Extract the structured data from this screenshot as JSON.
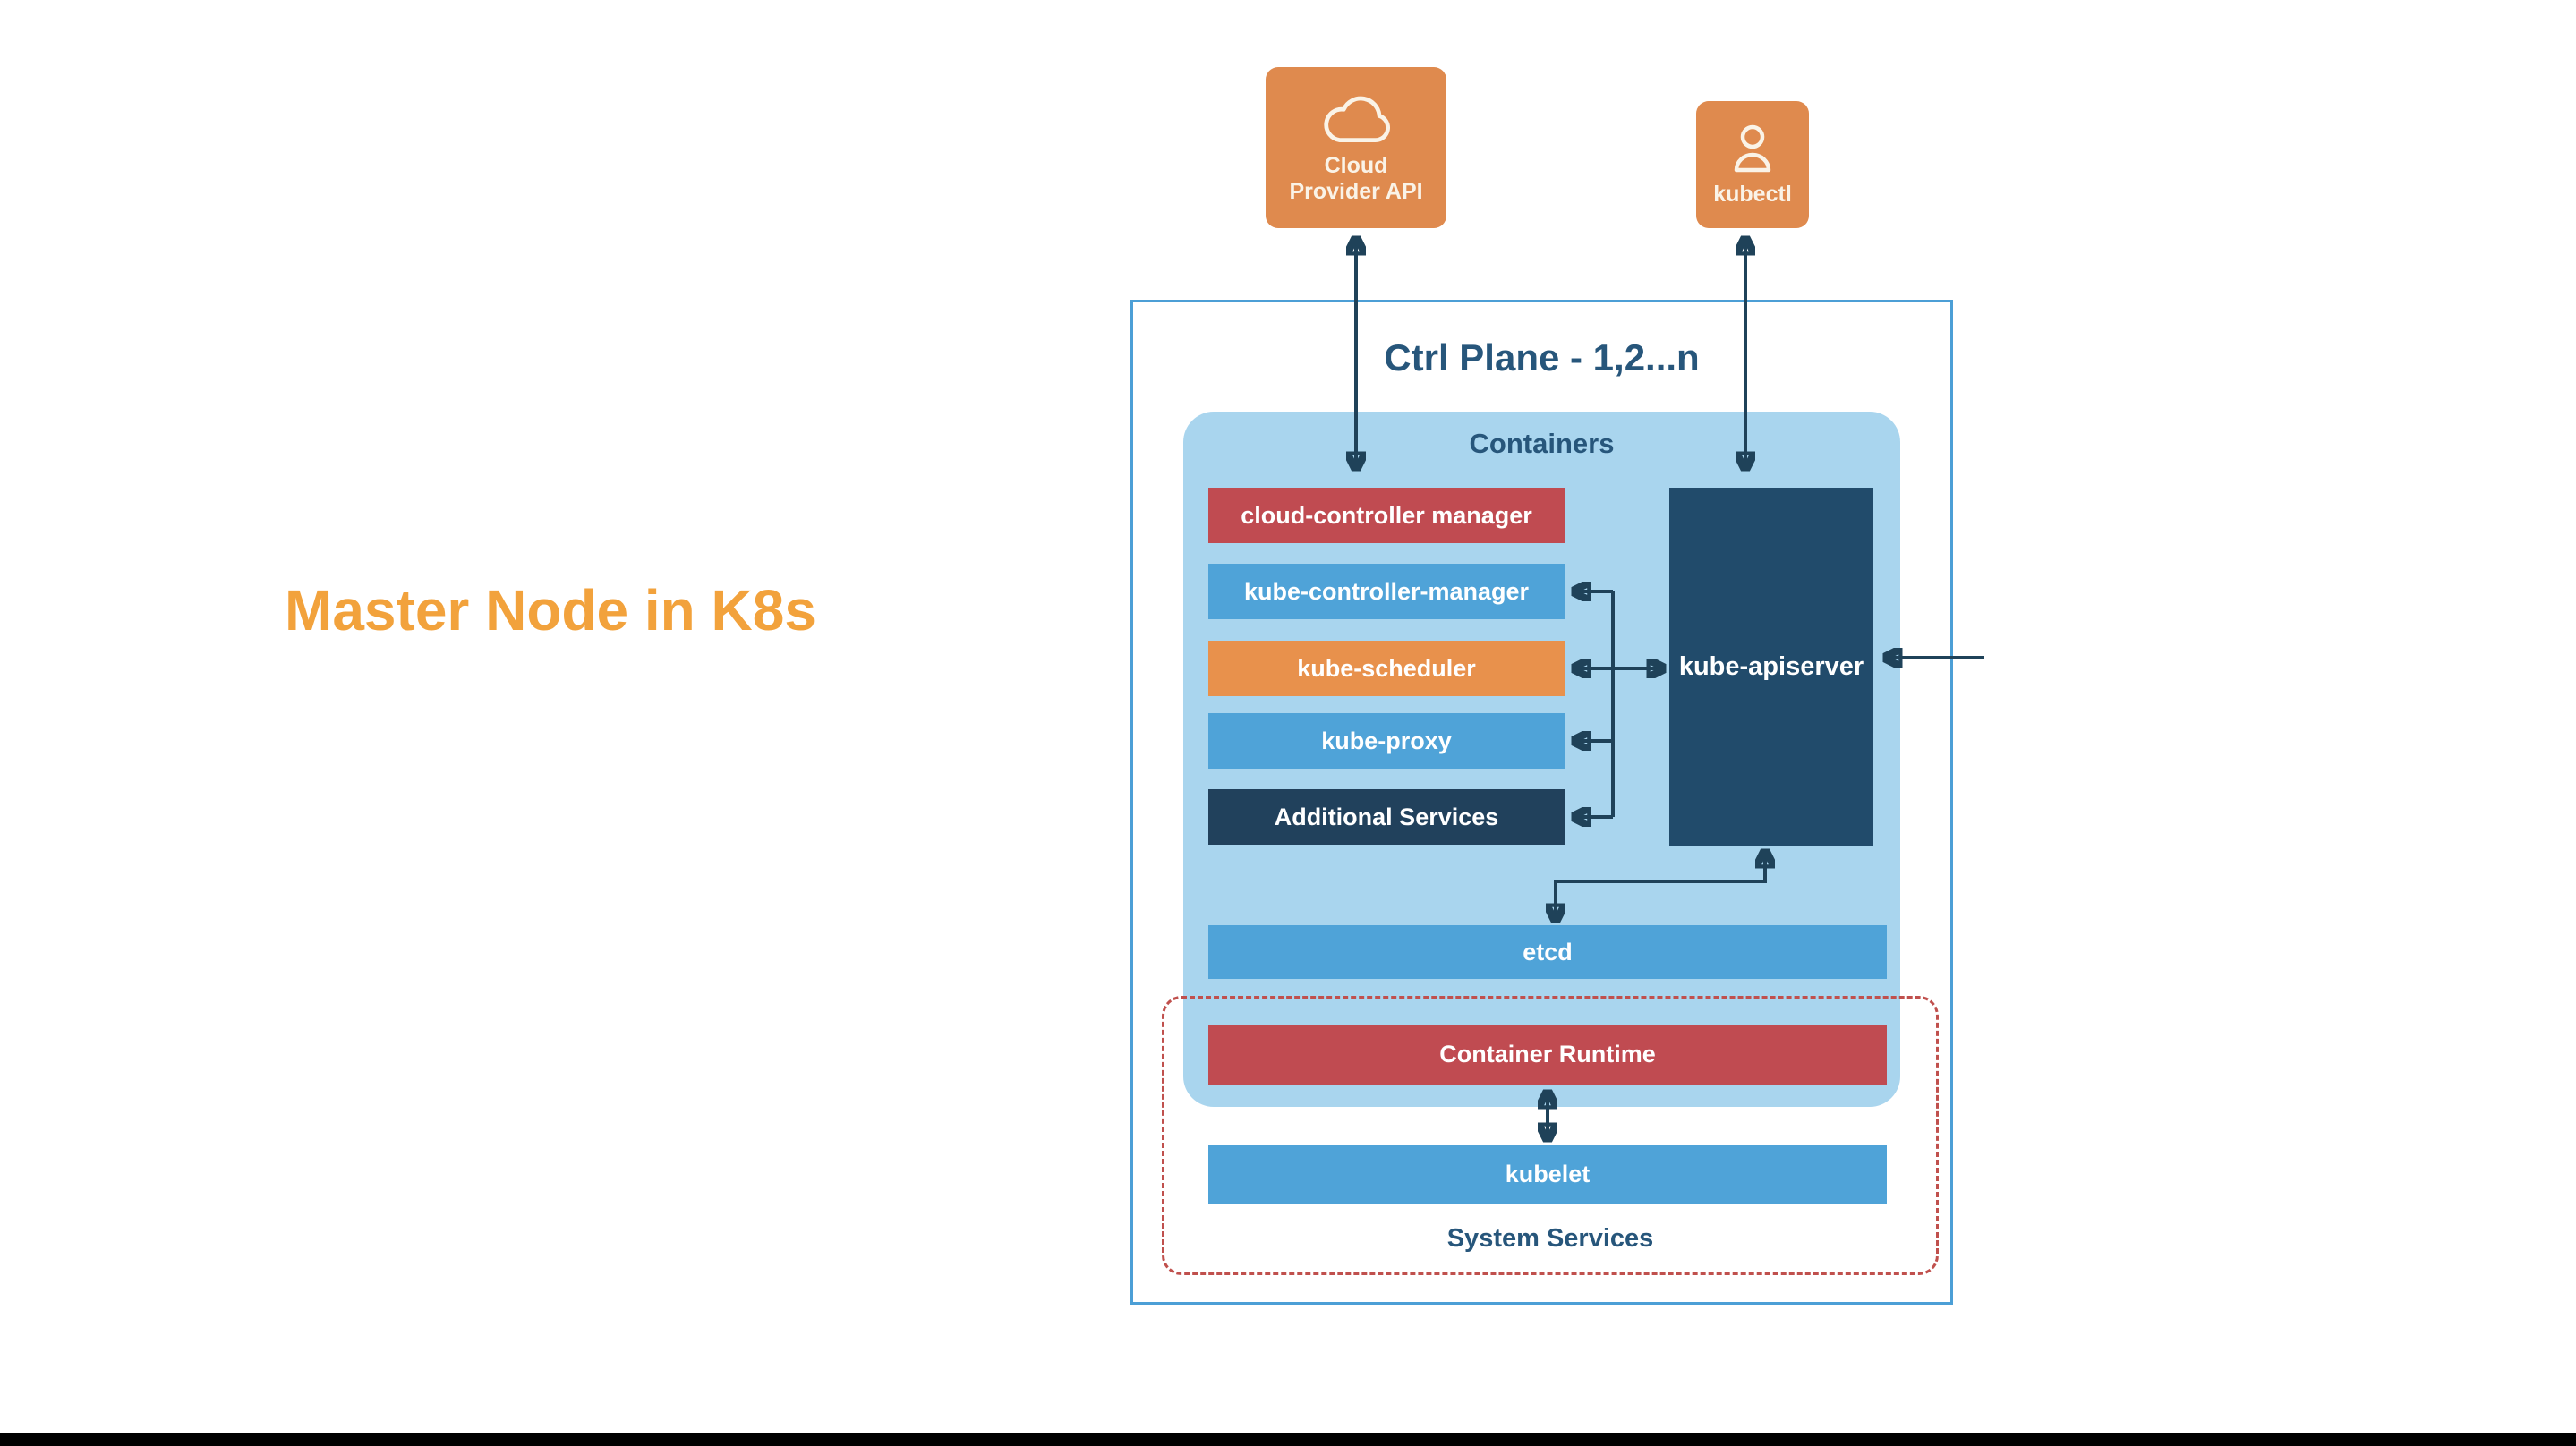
{
  "page": {
    "title": "Master Node in K8s"
  },
  "external": {
    "cloud_provider_api": {
      "icon": "cloud-icon",
      "label_lines": [
        "Cloud",
        "Provider API"
      ]
    },
    "kubectl": {
      "icon": "user-icon",
      "label": "kubectl"
    }
  },
  "control_plane": {
    "title": "Ctrl Plane - 1,2...n",
    "containers": {
      "label": "Containers",
      "components": [
        {
          "label": "cloud-controller manager",
          "color": "#C04B51"
        },
        {
          "label": "kube-controller-manager",
          "color": "#4FA3D8"
        },
        {
          "label": "kube-scheduler",
          "color": "#E8914C"
        },
        {
          "label": "kube-proxy",
          "color": "#4FA3D8"
        },
        {
          "label": "Additional Services",
          "color": "#21415C"
        }
      ],
      "api_server": {
        "label": "kube-apiserver",
        "color": "#214B6B"
      },
      "etcd": {
        "label": "etcd",
        "color": "#4FA3D8"
      },
      "container_runtime": {
        "label": "Container Runtime",
        "color": "#C04B51"
      }
    },
    "system_services": {
      "label": "System Services",
      "kubelet": {
        "label": "kubelet",
        "color": "#4FA3D8"
      }
    }
  },
  "colors": {
    "accent_orange": "#DF8A4E",
    "scheduler_orange": "#E8914C",
    "red": "#C04B51",
    "blue_bar": "#4FA3D8",
    "light_blue_box": "#A9D5EE",
    "navy_dark": "#21415C",
    "navy_apiserver": "#214B6B",
    "arrow": "#1F4259",
    "heading_text": "#27567B",
    "outer_border": "#4C9FD6",
    "dashed_border": "#C0504D",
    "title_orange": "#F2A23C",
    "bottom_bar": "#000000"
  }
}
